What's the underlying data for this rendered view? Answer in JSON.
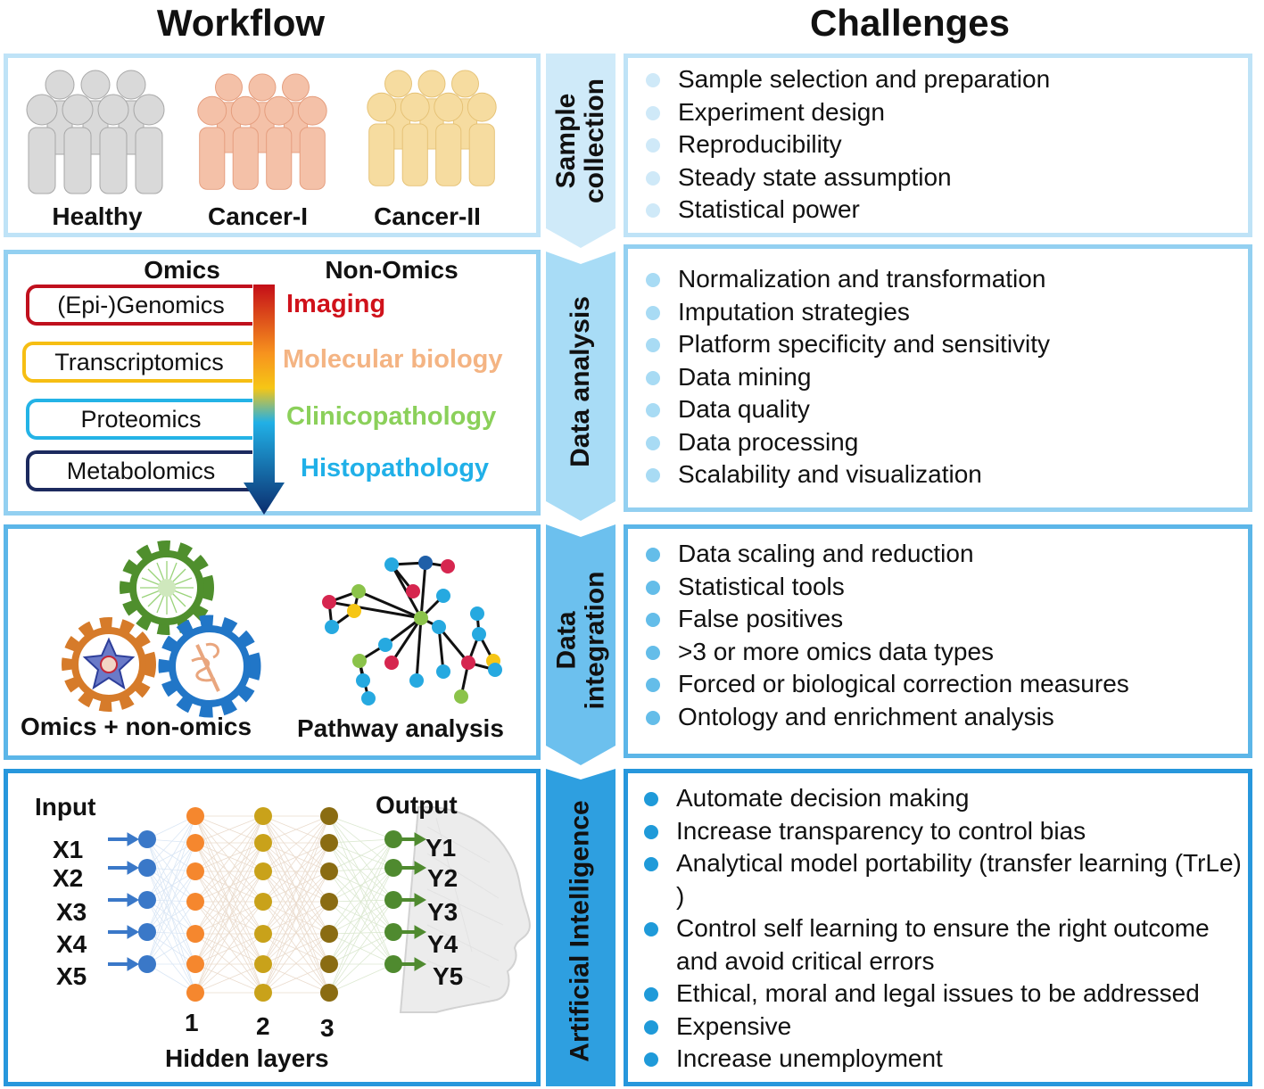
{
  "headers": {
    "workflow": "Workflow",
    "challenges": "Challenges"
  },
  "stages": [
    {
      "label": "Sample collection",
      "label_lines": [
        "Sample",
        "collection"
      ],
      "color": "#cfeaf9"
    },
    {
      "label": "Data analysis",
      "color": "#a8dcf6"
    },
    {
      "label": "Data integration",
      "label_lines": [
        "Data",
        "integration"
      ],
      "color": "#6cc0ee"
    },
    {
      "label": "Artificial Intelligence",
      "color": "#2e9fe0"
    }
  ],
  "workflow": {
    "sample": {
      "groups": [
        {
          "label": "Healthy",
          "color": "#d9d9d9"
        },
        {
          "label": "Cancer-I",
          "color": "#f4c1a8"
        },
        {
          "label": "Cancer-II",
          "color": "#f6dca0"
        }
      ]
    },
    "analysis": {
      "omics_title": "Omics",
      "non_omics_title": "Non-Omics",
      "omics": [
        {
          "label": "(Epi-)Genomics",
          "color": "#c0101d"
        },
        {
          "label": "Transcriptomics",
          "color": "#f6be13"
        },
        {
          "label": "Proteomics",
          "color": "#24b3e6"
        },
        {
          "label": "Metabolomics",
          "color": "#1c2a5e"
        }
      ],
      "non_omics": [
        {
          "label": "Imaging",
          "color": "#d0121b"
        },
        {
          "label": "Molecular biology",
          "color": "#f4b483"
        },
        {
          "label": "Clinicopathology",
          "color": "#8bd05a"
        },
        {
          "label": "Histopathology",
          "color": "#20b0e8"
        }
      ]
    },
    "integration": {
      "left_label": "Omics + non-omics",
      "right_label": "Pathway analysis"
    },
    "ai": {
      "input_label": "Input",
      "output_label": "Output",
      "inputs": [
        "X1",
        "X2",
        "X3",
        "X4",
        "X5"
      ],
      "outputs": [
        "Y1",
        "Y2",
        "Y3",
        "Y4",
        "Y5"
      ],
      "layers": [
        "1",
        "2",
        "3"
      ],
      "hidden_label": "Hidden layers",
      "input_color": "#3a78c8",
      "output_color": "#4f8a2f",
      "layer_colors": [
        "#f5872e",
        "#c9a21a",
        "#8a6c12"
      ]
    }
  },
  "challenges": [
    {
      "items": [
        "Sample selection and preparation",
        "Experiment design",
        "Reproducibility",
        "Steady state assumption",
        "Statistical power"
      ],
      "dot": "#cfe9f8"
    },
    {
      "items": [
        "Normalization and transformation",
        "Imputation strategies",
        "Platform specificity and sensitivity",
        "Data mining",
        "Data quality",
        "Data processing",
        "Scalability and visualization"
      ],
      "dot": "#a8dbf4"
    },
    {
      "items": [
        "Data scaling and reduction",
        "Statistical tools",
        "False positives",
        ">3 or more omics data types",
        "Forced or biological correction measures",
        "Ontology and enrichment analysis"
      ],
      "dot": "#64bde9"
    },
    {
      "items": [
        "Automate decision making",
        "Increase transparency to control bias",
        "Analytical model portability (transfer learning (TrLe) )",
        "Control self learning to ensure the right outcome and avoid critical errors",
        "Ethical, moral and legal issues to be addressed",
        "Expensive",
        "Increase unemployment"
      ],
      "dot": "#1f9ad9"
    }
  ]
}
